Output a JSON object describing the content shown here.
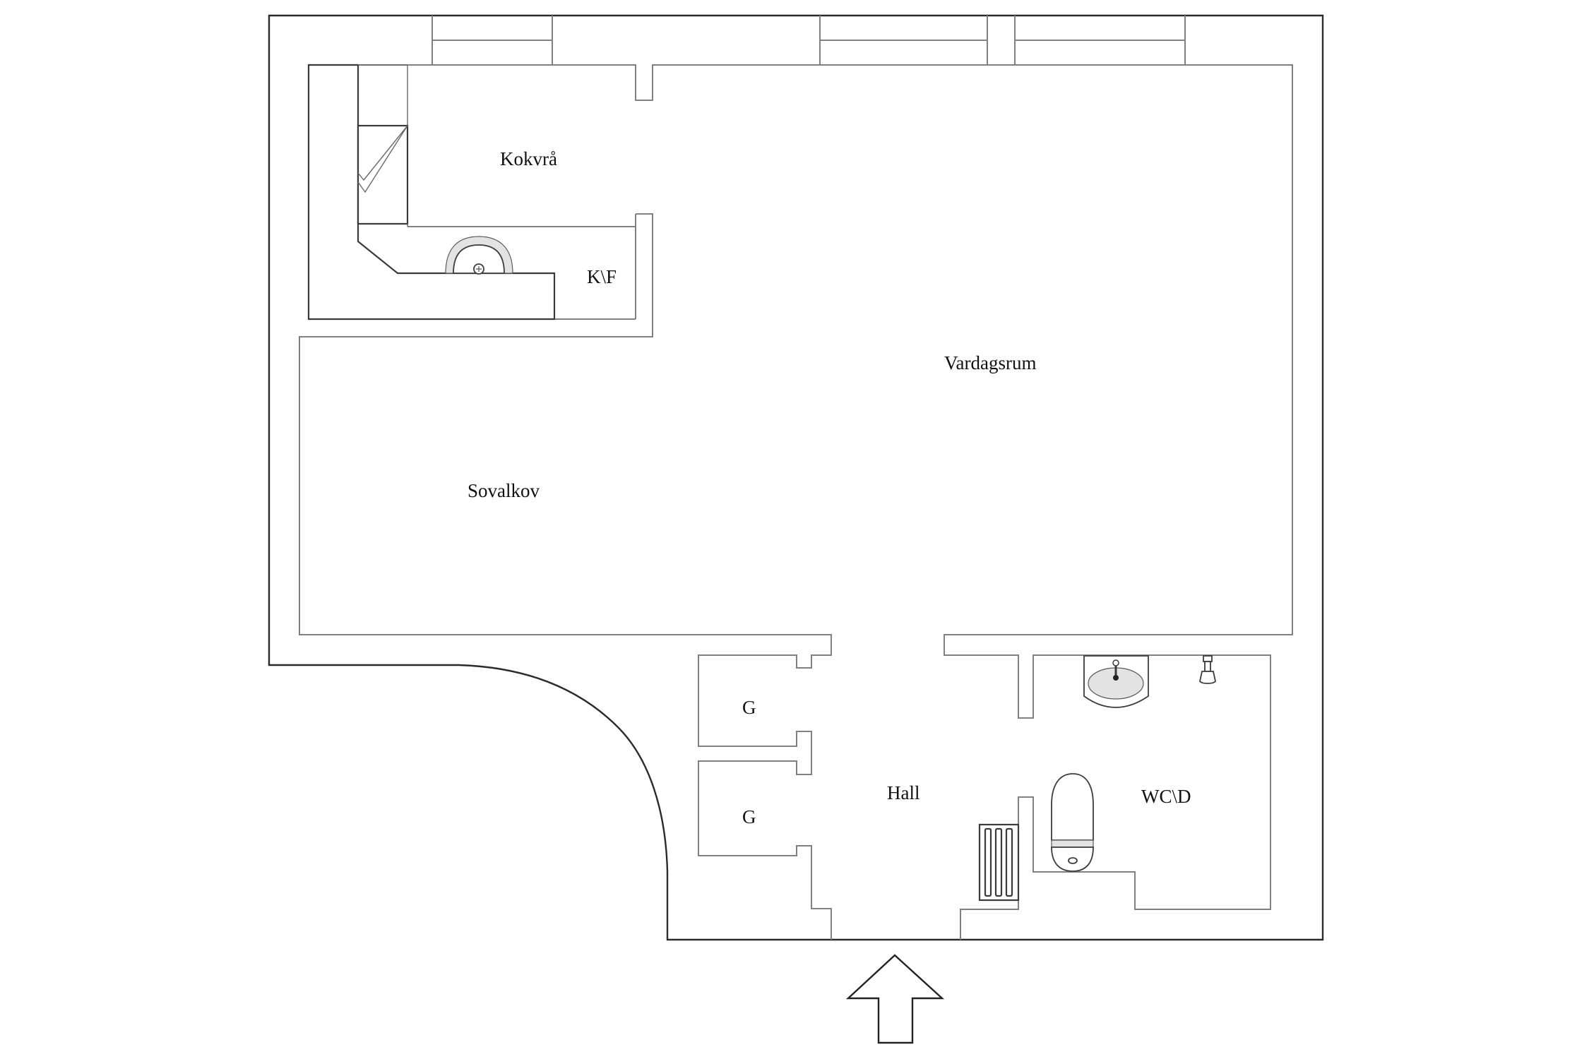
{
  "floorplan": {
    "rooms": [
      {
        "id": "kokvra",
        "label": "Kokvrå"
      },
      {
        "id": "kf",
        "label": "K\\F"
      },
      {
        "id": "vardagsrum",
        "label": "Vardagsrum"
      },
      {
        "id": "sovalkov",
        "label": "Sovalkov"
      },
      {
        "id": "garderob_1",
        "label": "G"
      },
      {
        "id": "garderob_2",
        "label": "G"
      },
      {
        "id": "hall",
        "label": "Hall"
      },
      {
        "id": "wcd",
        "label": "WC\\D"
      }
    ],
    "fixtures": [
      "kitchen-counter-icon",
      "dishwasher-icon",
      "kitchen-sink-icon",
      "washbasin-icon",
      "shower-head-icon",
      "toilet-icon",
      "radiator-icon"
    ],
    "entrance": {
      "icon": "entrance-arrow-up-icon"
    },
    "colors": {
      "background": "#ffffff",
      "outer_wall": "#2b2b2b",
      "inner_wall": "#808080",
      "text": "#111111"
    }
  }
}
